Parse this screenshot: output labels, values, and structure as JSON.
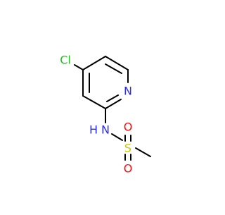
{
  "molecule": {
    "atoms": {
      "cl": "Cl",
      "n_ring": "N",
      "n_amide": "N",
      "h_amide": "H",
      "s": "S",
      "o_upper": "O",
      "o_lower": "O"
    },
    "colors": {
      "bond": "#000000",
      "chlorine": "#1fbf1f",
      "nitrogen": "#2a2aff",
      "sulfur": "#c8c800",
      "oxygen": "#ff0d0d"
    }
  }
}
